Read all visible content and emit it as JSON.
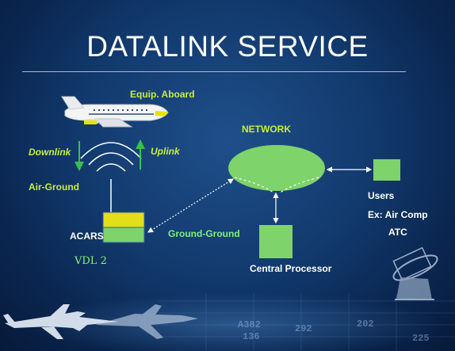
{
  "title": "DATALINK SERVICE",
  "labels": {
    "equip_aboard": "Equip. Aboard",
    "network": "NETWORK",
    "downlink": "Downlink",
    "uplink": "Uplink",
    "air_ground": "Air-Ground",
    "users": "Users",
    "ex_air_comp": "Ex: Air Comp",
    "atc": "ATC",
    "acars": "ACARS",
    "ground_ground": "Ground-Ground",
    "vdl2": "VDL 2",
    "central_processor": "Central Processor"
  },
  "backdrop_text": [
    "A382",
    "292",
    "136",
    "202",
    "225"
  ],
  "colors": {
    "label_yellow": "#c7ee3c",
    "node_green": "#7ed36a",
    "acars_yellow": "#e2de1a",
    "arrow_green": "#36c24a"
  }
}
